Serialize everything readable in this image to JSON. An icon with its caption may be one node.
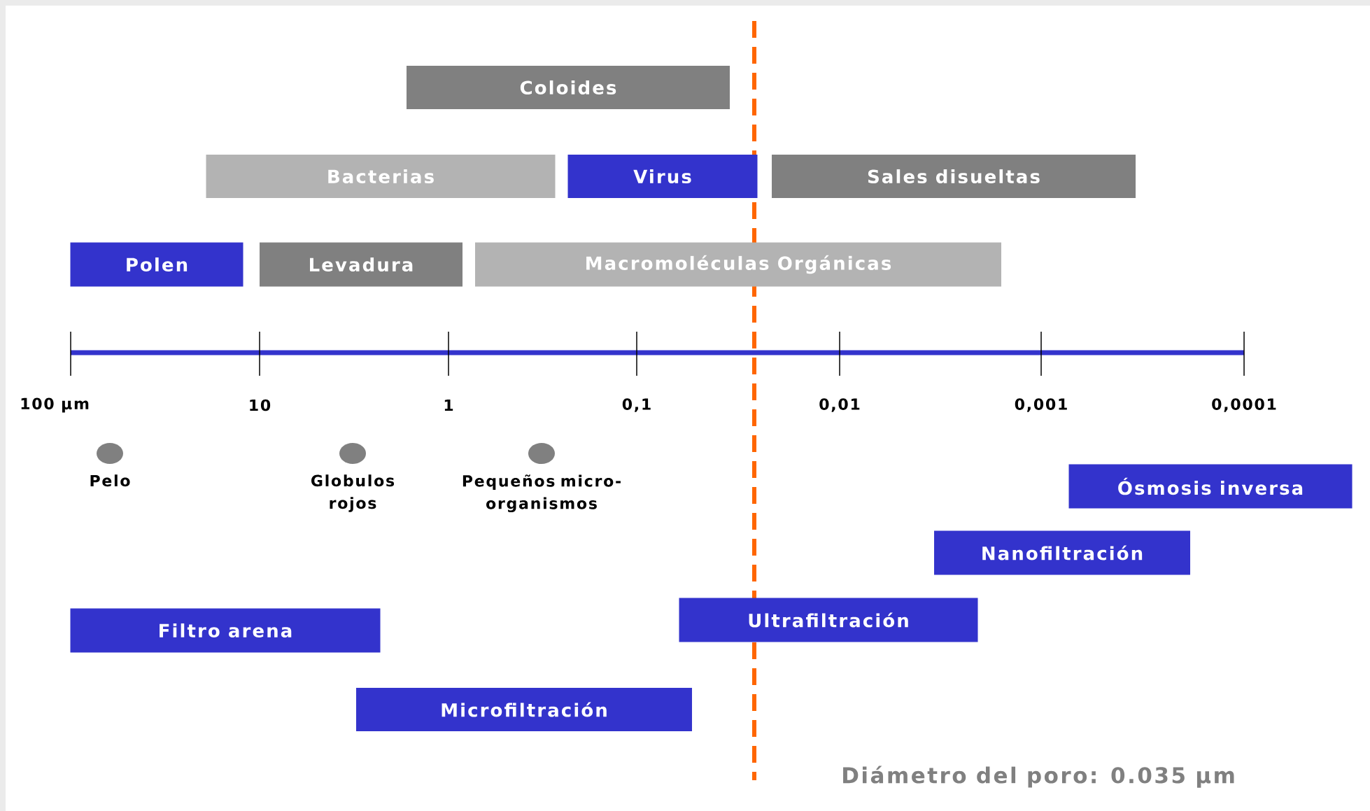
{
  "diagram": {
    "nodes": [
      {
        "text": [
          "Coloides"
        ]
      },
      {
        "text": [
          "Bacterias"
        ]
      },
      {
        "text": [
          "Virus"
        ]
      },
      {
        "text": [
          "Sales disueltas"
        ]
      },
      {
        "text": [
          "Polen"
        ]
      },
      {
        "text": [
          "Levadura"
        ]
      },
      {
        "text": [
          "Macromoléculas Orgánicas"
        ]
      },
      {
        "text": [
          "Pelo"
        ]
      },
      {
        "text": [
          "Globulos rojos"
        ]
      },
      {
        "text": [
          "Pequeños micro-organismos"
        ]
      },
      {
        "text": [
          "Ósmosis inversa"
        ]
      },
      {
        "text": [
          "Nanofiltración"
        ]
      },
      {
        "text": [
          "Ultrafiltración"
        ]
      },
      {
        "text": [
          "Filtro arena"
        ]
      },
      {
        "text": [
          "Microfiltración"
        ]
      }
    ],
    "edges": [],
    "labels": [
      "100 µm",
      "10",
      "1",
      "0,1",
      "0,01",
      "0,001",
      "0,0001",
      "Diámetro del poro: 0.035 µm"
    ]
  }
}
